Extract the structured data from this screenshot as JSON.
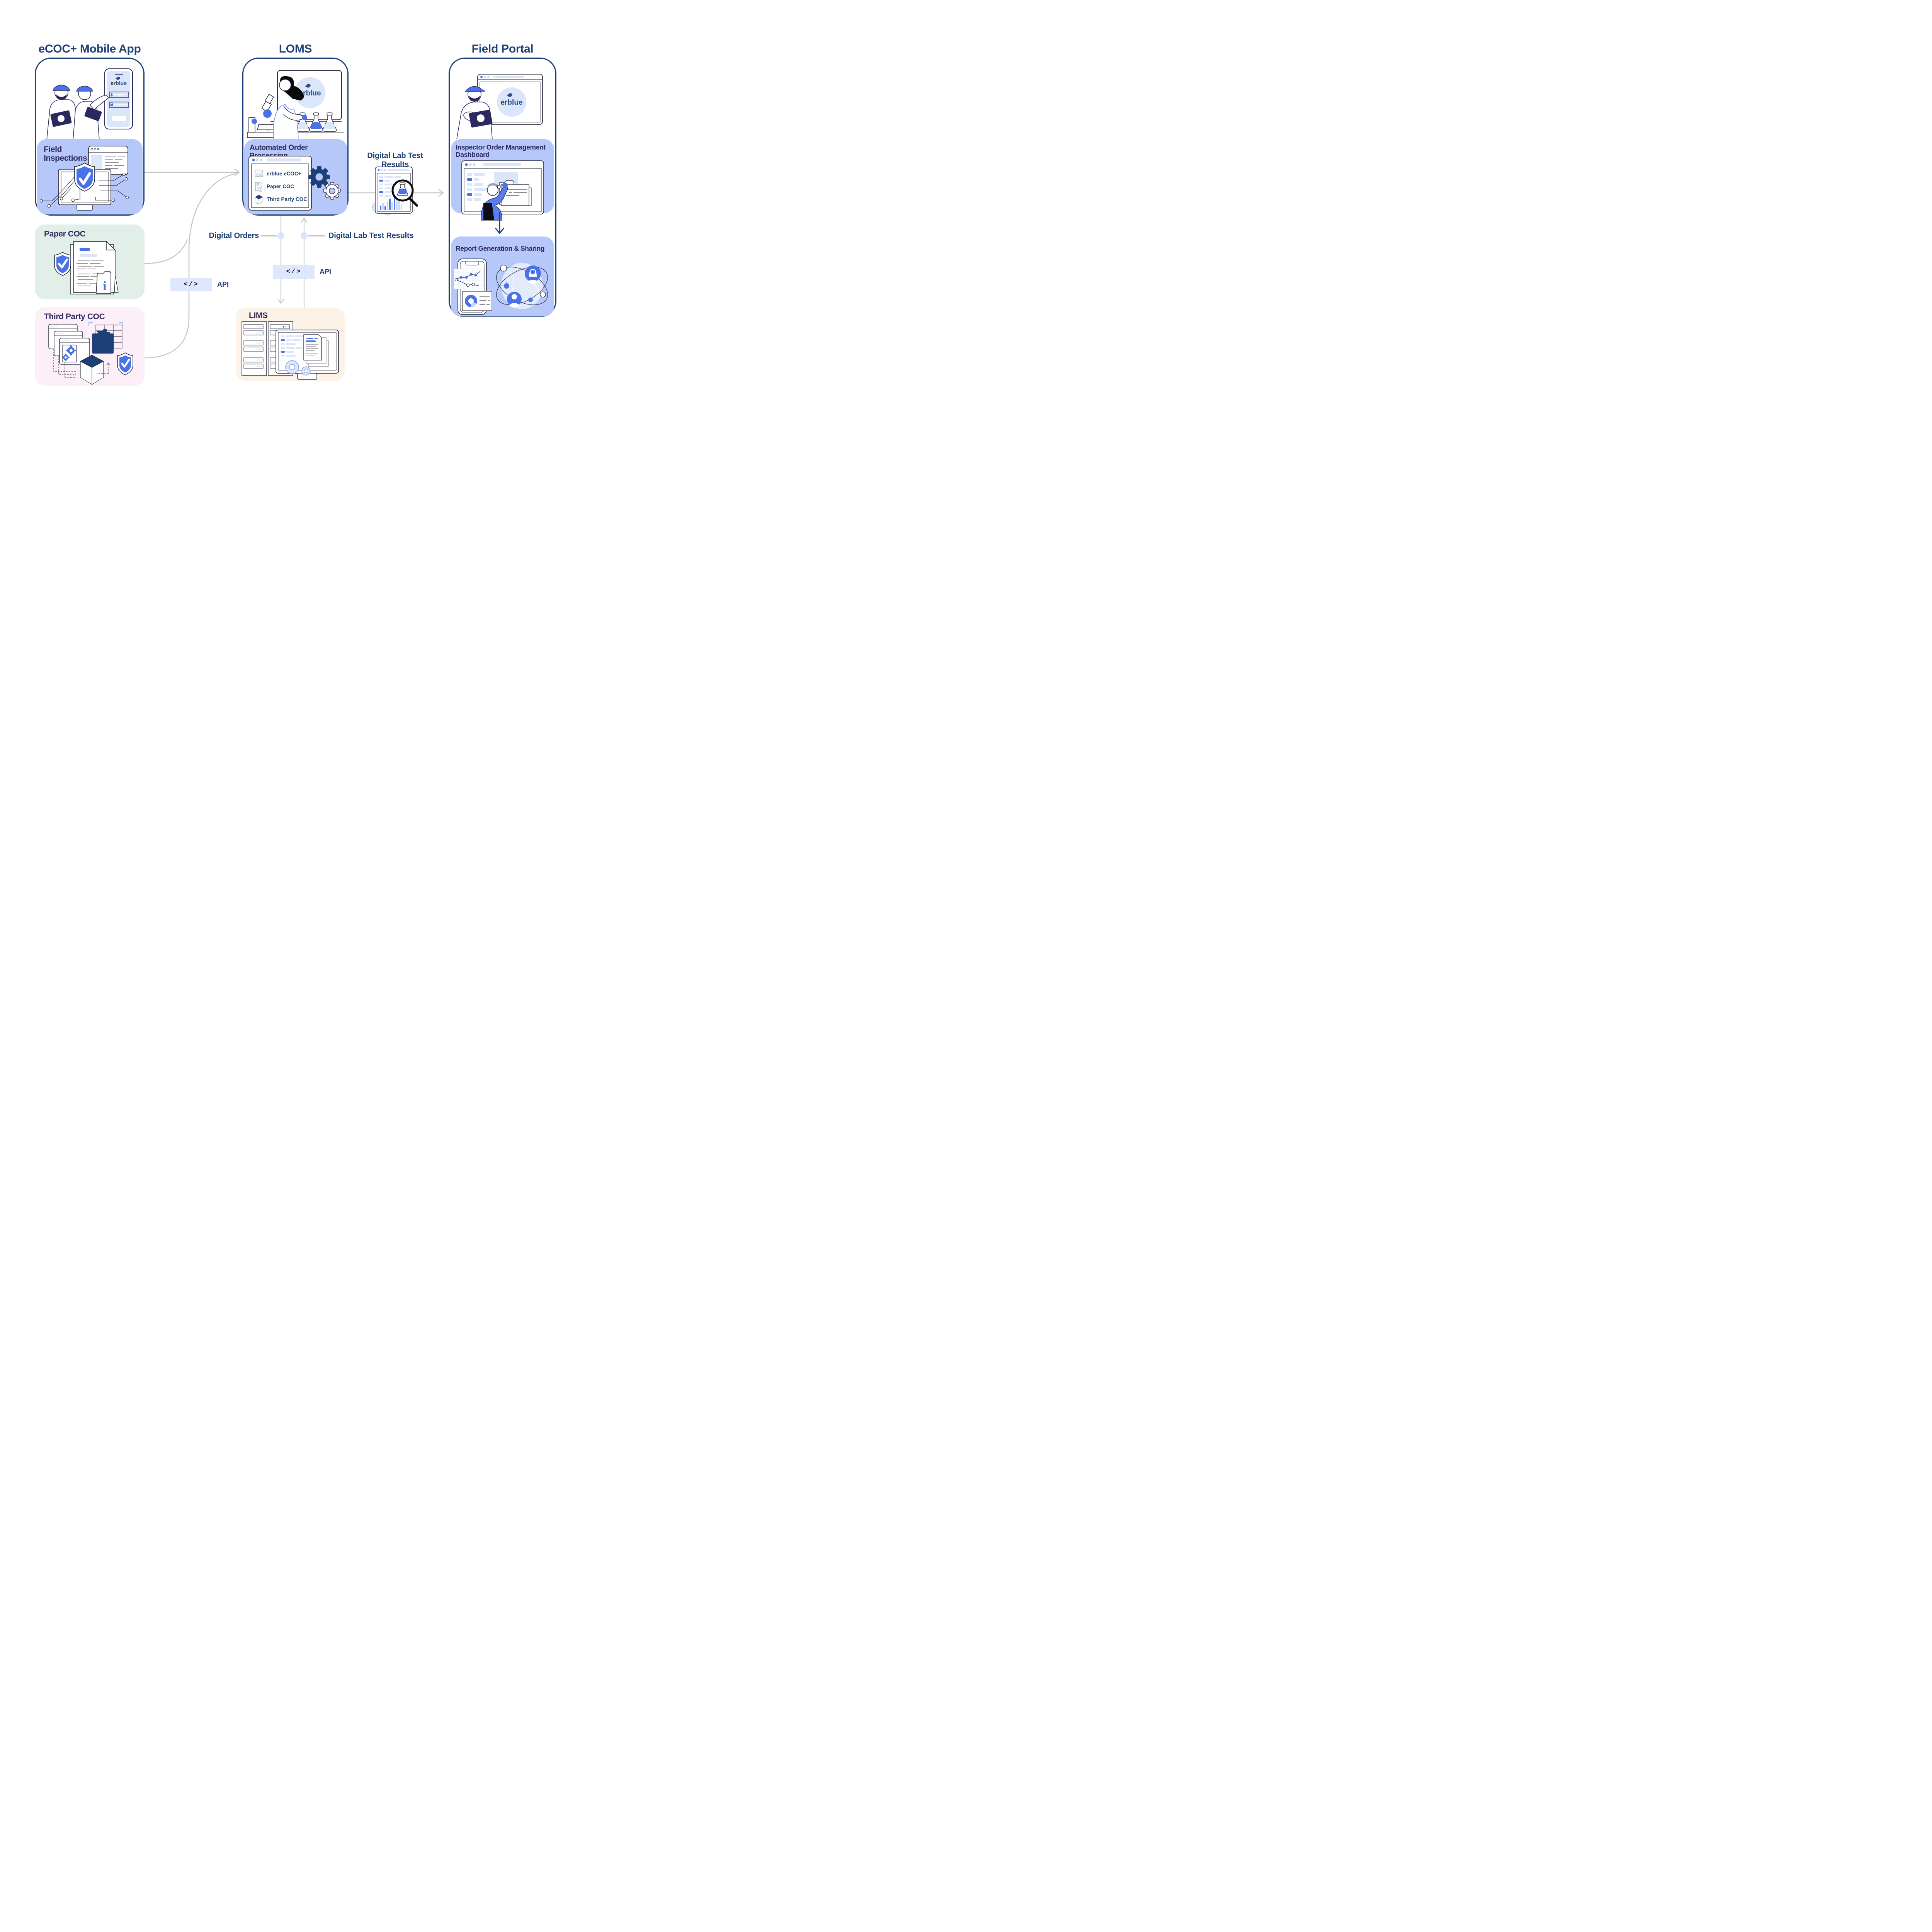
{
  "colors": {
    "navy": "#1e4076",
    "card_title_purple": "#322a63",
    "periwinkle_card": "#b6c8f9",
    "light_blue_fill": "#dbe6fb",
    "chip_blue": "#dce7fc",
    "accent_blue": "#4a72e8",
    "dark_navy_fill": "#1d3f78",
    "ink_outline": "#2b2a5e",
    "green_card": "#e2efe9",
    "pink_card": "#fdeff7",
    "peach_card": "#fdf2e7",
    "connector_gray": "#c6c6c6",
    "logo_er": "#454040",
    "logo_blue": "#2b5693"
  },
  "logo": {
    "er": "er",
    "blue": "blue"
  },
  "sections": {
    "mobile_app": {
      "title": "eCOC+ Mobile App",
      "field_inspections": {
        "title": "Field\nInspections"
      }
    },
    "paper_coc": {
      "title": "Paper COC"
    },
    "third_party_coc": {
      "title": "Third Party COC"
    },
    "loms": {
      "title": "LOMS",
      "aop_card": {
        "title": "Automated Order Processing",
        "items": [
          {
            "label": "erblue eCOC+"
          },
          {
            "label": "Paper COC"
          },
          {
            "label": "Third Party COC"
          }
        ]
      }
    },
    "lims": {
      "title": "LIMS"
    },
    "field_portal": {
      "title": "Field Portal",
      "dashboard_card": {
        "title": "Inspector Order Management Dashboard"
      },
      "report_card": {
        "title": "Report Generation & Sharing"
      }
    }
  },
  "labels": {
    "digital_orders": "Digital Orders",
    "digital_lab_results_center": "Digital Lab Test Results",
    "digital_lab_results_top": "Digital Lab Test Results",
    "api_left": "API",
    "api_right": "API",
    "code_glyph": "</>"
  }
}
